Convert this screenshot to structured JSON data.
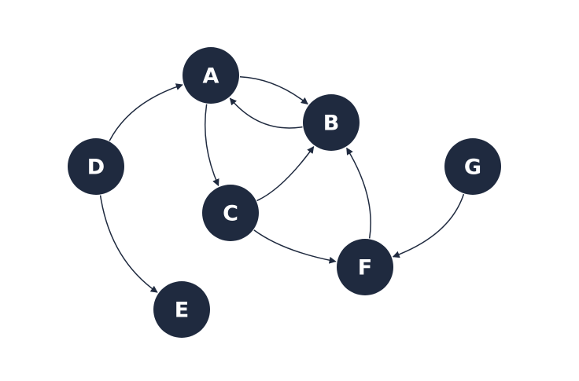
{
  "colors": {
    "background": "#ffffff",
    "node_fill": "#1f2a3f",
    "node_text": "#ffffff",
    "edge": "#1f2a3f"
  },
  "graph": {
    "type": "directed-graph",
    "nodes": [
      {
        "id": "A",
        "label": "A"
      },
      {
        "id": "B",
        "label": "B"
      },
      {
        "id": "C",
        "label": "C"
      },
      {
        "id": "D",
        "label": "D"
      },
      {
        "id": "E",
        "label": "E"
      },
      {
        "id": "F",
        "label": "F"
      },
      {
        "id": "G",
        "label": "G"
      }
    ],
    "edges": [
      {
        "from": "A",
        "to": "B"
      },
      {
        "from": "B",
        "to": "A"
      },
      {
        "from": "A",
        "to": "C"
      },
      {
        "from": "C",
        "to": "B"
      },
      {
        "from": "C",
        "to": "F"
      },
      {
        "from": "F",
        "to": "B"
      },
      {
        "from": "G",
        "to": "F"
      },
      {
        "from": "D",
        "to": "A"
      },
      {
        "from": "D",
        "to": "E"
      }
    ]
  }
}
